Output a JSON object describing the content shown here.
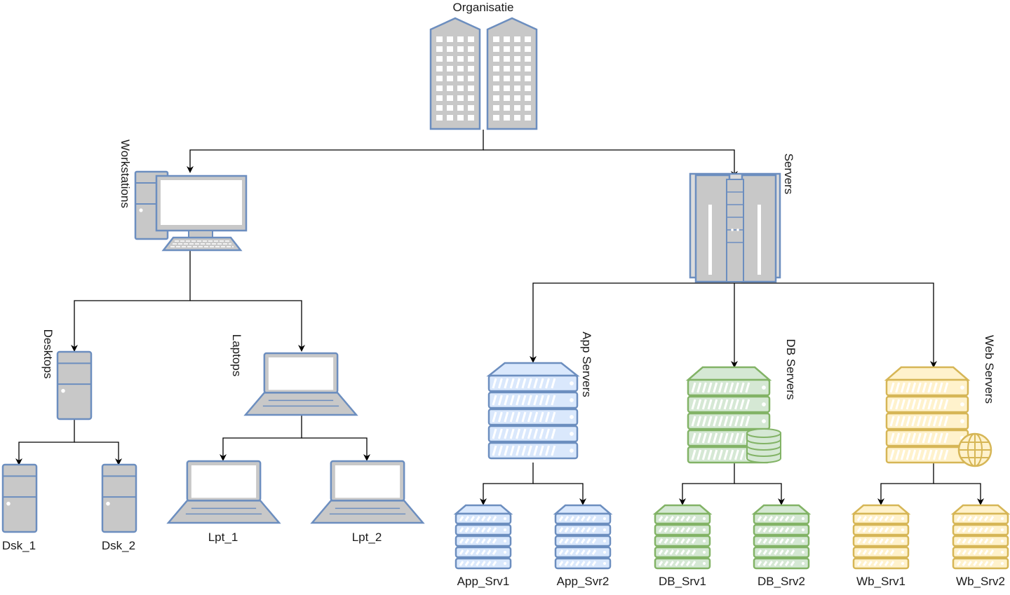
{
  "diagram": {
    "root": {
      "label": "Organisatie",
      "icon": "office-building-icon"
    },
    "groups": {
      "workstations": {
        "label": "Workstations",
        "icon": "workstation-computer-icon"
      },
      "desktops": {
        "label": "Desktops",
        "icon": "desktop-tower-icon"
      },
      "laptops": {
        "label": "Laptops",
        "icon": "laptop-icon"
      },
      "servers": {
        "label": "Servers",
        "icon": "server-rack-icon"
      },
      "app_servers": {
        "label": "App Servers",
        "icon": "app-server-stack-icon"
      },
      "db_servers": {
        "label": "DB Servers",
        "icon": "database-server-stack-icon"
      },
      "web_servers": {
        "label": "Web Servers",
        "icon": "web-server-stack-icon"
      }
    },
    "leaves": {
      "dsk_1": "Dsk_1",
      "dsk_2": "Dsk_2",
      "lpt_1": "Lpt_1",
      "lpt_2": "Lpt_2",
      "app_srv1": "App_Srv1",
      "app_svr2": "App_Svr2",
      "db_srv1": "DB_Srv1",
      "db_srv2": "DB_Srv2",
      "wb_srv1": "Wb_Srv1",
      "wb_srv2": "Wb_Srv2"
    },
    "edges": [
      [
        "Organisatie",
        "Workstations"
      ],
      [
        "Organisatie",
        "Servers"
      ],
      [
        "Workstations",
        "Desktops"
      ],
      [
        "Workstations",
        "Laptops"
      ],
      [
        "Desktops",
        "Dsk_1"
      ],
      [
        "Desktops",
        "Dsk_2"
      ],
      [
        "Laptops",
        "Lpt_1"
      ],
      [
        "Laptops",
        "Lpt_2"
      ],
      [
        "Servers",
        "App Servers"
      ],
      [
        "Servers",
        "DB Servers"
      ],
      [
        "Servers",
        "Web Servers"
      ],
      [
        "App Servers",
        "App_Srv1"
      ],
      [
        "App Servers",
        "App_Svr2"
      ],
      [
        "DB Servers",
        "DB_Srv1"
      ],
      [
        "DB Servers",
        "DB_Srv2"
      ],
      [
        "Web Servers",
        "Wb_Srv1"
      ],
      [
        "Web Servers",
        "Wb_Srv2"
      ]
    ],
    "colors": {
      "line": "#000000",
      "gray_fill": "#c8c8c8",
      "gray_stroke": "#6c8ebf",
      "app_fill": "#dae8fc",
      "app_stroke": "#6c8ebf",
      "db_fill": "#d5e8d4",
      "db_stroke": "#82b366",
      "web_fill": "#fff2cc",
      "web_stroke": "#d6b656"
    }
  }
}
